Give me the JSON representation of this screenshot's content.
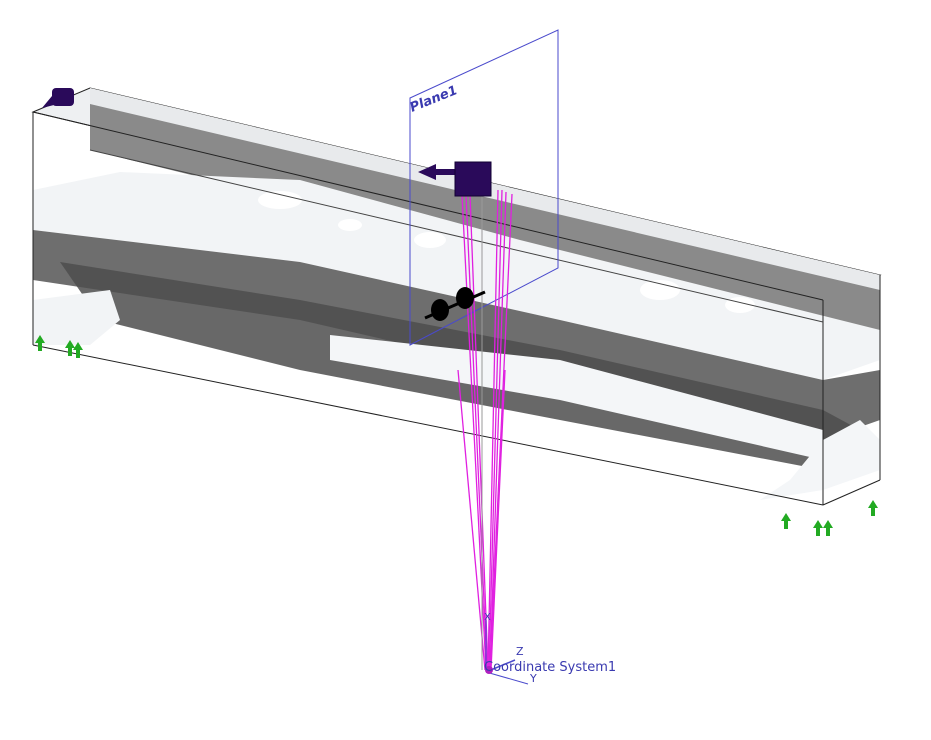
{
  "viewport": {
    "plane_label": "Plane1",
    "coord_label": "Coordinate System1",
    "axis_x": "X",
    "axis_y": "Y",
    "axis_z": "Z"
  },
  "colors": {
    "plane": "#4a4acc",
    "rays": "#e020e0",
    "fixture": "#22aa22",
    "load": "#2a0a5a",
    "part_dark": "#6e6e6e",
    "part_light": "#f4f6f8"
  }
}
